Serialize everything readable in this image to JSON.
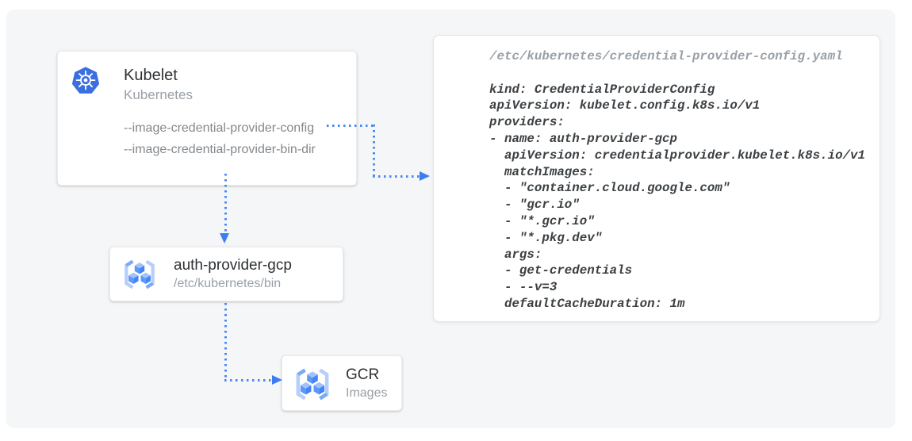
{
  "diagram": {
    "kubelet_card": {
      "title": "Kubelet",
      "subtitle": "Kubernetes",
      "flags": [
        "--image-credential-provider-config",
        "--image-credential-provider-bin-dir"
      ]
    },
    "auth_provider_card": {
      "title": "auth-provider-gcp",
      "subtitle": "/etc/kubernetes/bin"
    },
    "gcr_card": {
      "title": "GCR",
      "subtitle": "Images"
    },
    "yaml_panel": {
      "file_path_comment": "/etc/kubernetes/credential-provider-config.yaml",
      "code_lines": [
        "kind: CredentialProviderConfig",
        "apiVersion: kubelet.config.k8s.io/v1",
        "providers:",
        "- name: auth-provider-gcp",
        "  apiVersion: credentialprovider.kubelet.k8s.io/v1",
        "  matchImages:",
        "  - \"container.cloud.google.com\"",
        "  - \"gcr.io\"",
        "  - \"*.gcr.io\"",
        "  - \"*.pkg.dev\"",
        "  args:",
        "  - get-credentials",
        "  - --v=3",
        "  defaultCacheDuration: 1m"
      ]
    },
    "icons": {
      "kubernetes": "kubernetes-helm-icon",
      "auth_provider": "container-registry-icon",
      "gcr": "container-registry-icon"
    },
    "colors": {
      "arrow_blue": "#4285f4",
      "kubernetes_blue": "#3b6fe0",
      "cube_top": "#a1c2fa",
      "cube_left": "#5e97f6",
      "cube_right": "#4285f4",
      "bracket_blue": "#b5cefb",
      "canvas_gray": "#f5f6f7"
    }
  }
}
